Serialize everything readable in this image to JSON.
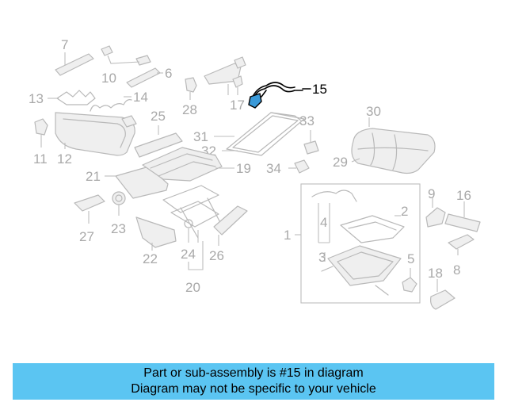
{
  "colors": {
    "banner_bg": "#5bc5f2",
    "part_stroke": "#b9b9b9",
    "label_text": "#a9a9a9",
    "highlight_stroke": "#000000",
    "highlight_accent": "#3a9ad9"
  },
  "diagram": {
    "highlighted_part": "15",
    "callouts": [
      "1",
      "2",
      "3",
      "4",
      "5",
      "6",
      "7",
      "8",
      "9",
      "10",
      "11",
      "12",
      "13",
      "14",
      "15",
      "16",
      "17",
      "18",
      "19",
      "20",
      "21",
      "22",
      "23",
      "24",
      "25",
      "26",
      "27",
      "28",
      "29",
      "30",
      "31",
      "32",
      "33",
      "34"
    ]
  },
  "banner": {
    "line1": "Part or sub-assembly is #15 in diagram",
    "line2": "Diagram may not be specific to your vehicle"
  }
}
